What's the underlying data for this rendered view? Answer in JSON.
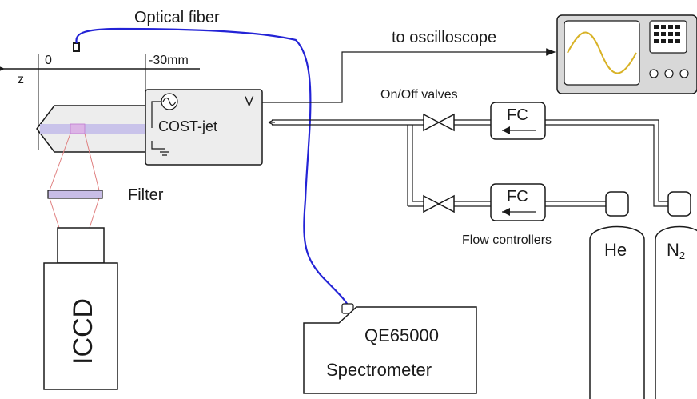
{
  "labels": {
    "optical_fiber": "Optical fiber",
    "to_oscilloscope": "to oscilloscope",
    "axis_zero": "0",
    "axis_minus30": "-30mm",
    "axis_z": "z",
    "jet_v": "V",
    "cost_jet": "COST-jet",
    "on_off_valves": "On/Off valves",
    "fc_top": "FC",
    "fc_bottom": "FC",
    "filter": "Filter",
    "flow_controllers": "Flow controllers",
    "he": "He",
    "n2_main": "N",
    "n2_sub": "2",
    "iccd": "ICCD",
    "spec_model": "QE65000",
    "spec_name": "Spectrometer"
  },
  "colors": {
    "fiber": "#2323d6",
    "jet_body": "#ededed",
    "plasma": "#dcb4e6",
    "filter_fill": "#c8bde6",
    "light_cone": "#e08080",
    "oscilloscope_body": "#d8d8d8",
    "sine": "#d8b226"
  }
}
